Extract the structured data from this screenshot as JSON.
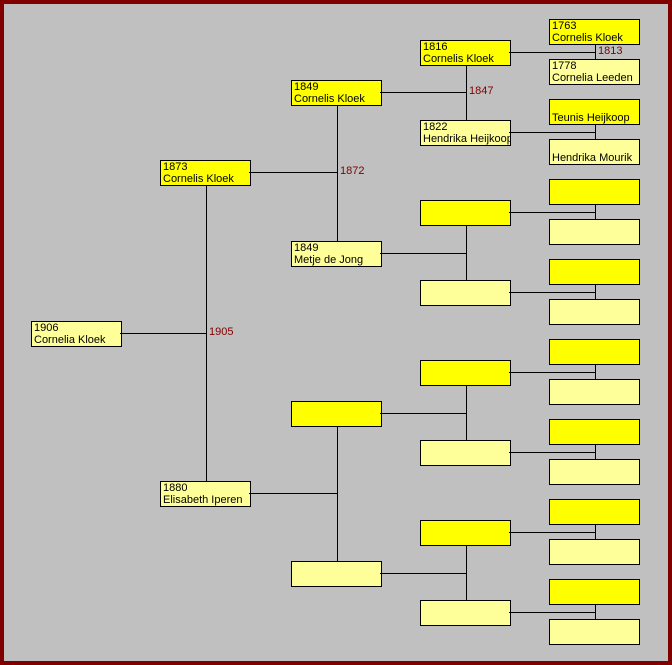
{
  "colors": {
    "male": "#ffff00",
    "female": "#ffff99",
    "marriage_text": "#800000",
    "frame": "#800000",
    "background": "#c0c0c0"
  },
  "generations": [
    [
      {
        "year": "1906",
        "name": "Cornelia Kloek",
        "sex": "female"
      }
    ],
    [
      {
        "year": "1873",
        "name": "Cornelis Kloek",
        "sex": "male"
      },
      {
        "year": "1880",
        "name": "Elisabeth Iperen",
        "sex": "female"
      }
    ],
    [
      {
        "year": "1849",
        "name": "Cornelis Kloek",
        "sex": "male"
      },
      {
        "year": "1849",
        "name": "Metje de Jong",
        "sex": "female"
      },
      {
        "year": "",
        "name": "",
        "sex": "male"
      },
      {
        "year": "",
        "name": "",
        "sex": "female"
      }
    ],
    [
      {
        "year": "1816",
        "name": "Cornelis Kloek",
        "sex": "male"
      },
      {
        "year": "1822",
        "name": "Hendrika Heijkoop",
        "sex": "female"
      },
      {
        "year": "",
        "name": "",
        "sex": "male"
      },
      {
        "year": "",
        "name": "",
        "sex": "female"
      },
      {
        "year": "",
        "name": "",
        "sex": "male"
      },
      {
        "year": "",
        "name": "",
        "sex": "female"
      },
      {
        "year": "",
        "name": "",
        "sex": "male"
      },
      {
        "year": "",
        "name": "",
        "sex": "female"
      }
    ],
    [
      {
        "year": "1763",
        "name": "Cornelis Kloek",
        "sex": "male"
      },
      {
        "year": "1778",
        "name": "Cornelia Leeden",
        "sex": "female"
      },
      {
        "year": "",
        "name": "Teunis Heijkoop",
        "sex": "male"
      },
      {
        "year": "",
        "name": "Hendrika Mourik",
        "sex": "female"
      },
      {
        "year": "",
        "name": "",
        "sex": "male"
      },
      {
        "year": "",
        "name": "",
        "sex": "female"
      },
      {
        "year": "",
        "name": "",
        "sex": "male"
      },
      {
        "year": "",
        "name": "",
        "sex": "female"
      },
      {
        "year": "",
        "name": "",
        "sex": "male"
      },
      {
        "year": "",
        "name": "",
        "sex": "female"
      },
      {
        "year": "",
        "name": "",
        "sex": "male"
      },
      {
        "year": "",
        "name": "",
        "sex": "female"
      },
      {
        "year": "",
        "name": "",
        "sex": "male"
      },
      {
        "year": "",
        "name": "",
        "sex": "female"
      },
      {
        "year": "",
        "name": "",
        "sex": "male"
      },
      {
        "year": "",
        "name": "",
        "sex": "female"
      }
    ]
  ],
  "marriages": {
    "1_0": "1905",
    "2_0": "1872",
    "3_0": "1847",
    "4_0": "1813"
  }
}
